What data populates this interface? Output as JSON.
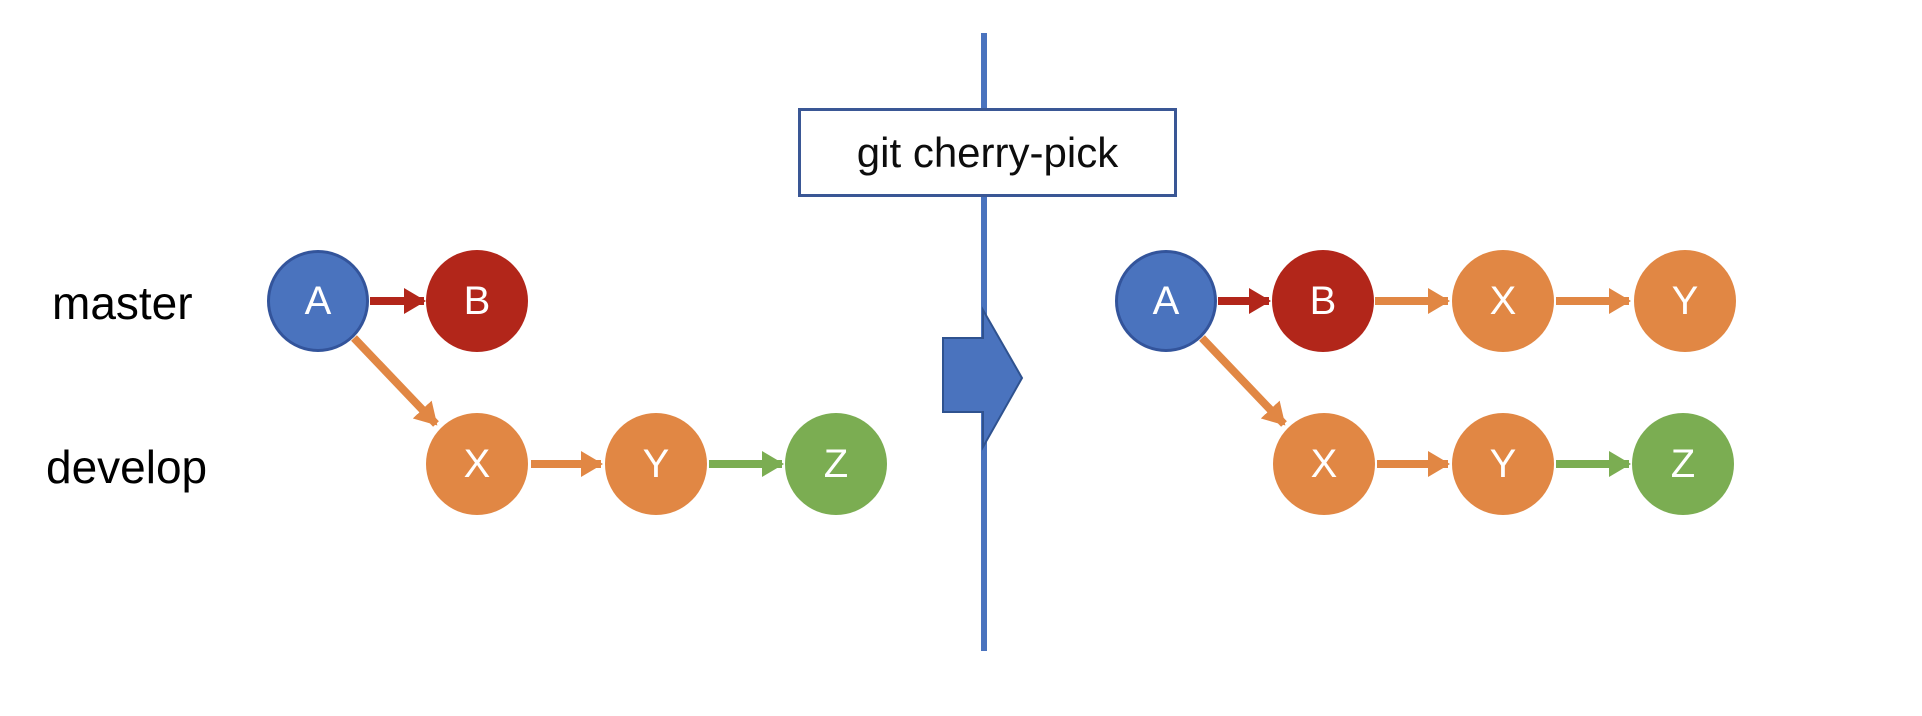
{
  "caption": {
    "label": "git cherry-pick"
  },
  "branch_labels": {
    "master": "master",
    "develop": "develop"
  },
  "colors": {
    "commit_blue": "#4A73BE",
    "commit_blue_border": "#33549B",
    "commit_red": "#B2261A",
    "commit_orange": "#E18744",
    "commit_green": "#7BAD52",
    "divider_blue": "#4A73BE",
    "caption_border": "#3A5795",
    "block_arrow_fill": "#4A73BE",
    "block_arrow_border": "#2F528F",
    "node_text": "#FFFFFF",
    "label_text": "#000000"
  },
  "before": {
    "master": [
      {
        "label": "A",
        "color": "commit_blue"
      },
      {
        "label": "B",
        "color": "commit_red"
      }
    ],
    "develop": [
      {
        "label": "X",
        "color": "commit_orange"
      },
      {
        "label": "Y",
        "color": "commit_orange"
      },
      {
        "label": "Z",
        "color": "commit_green"
      }
    ]
  },
  "after": {
    "master": [
      {
        "label": "A",
        "color": "commit_blue"
      },
      {
        "label": "B",
        "color": "commit_red"
      },
      {
        "label": "X",
        "color": "commit_orange"
      },
      {
        "label": "Y",
        "color": "commit_orange"
      }
    ],
    "develop": [
      {
        "label": "X",
        "color": "commit_orange"
      },
      {
        "label": "Y",
        "color": "commit_orange"
      },
      {
        "label": "Z",
        "color": "commit_green"
      }
    ]
  }
}
